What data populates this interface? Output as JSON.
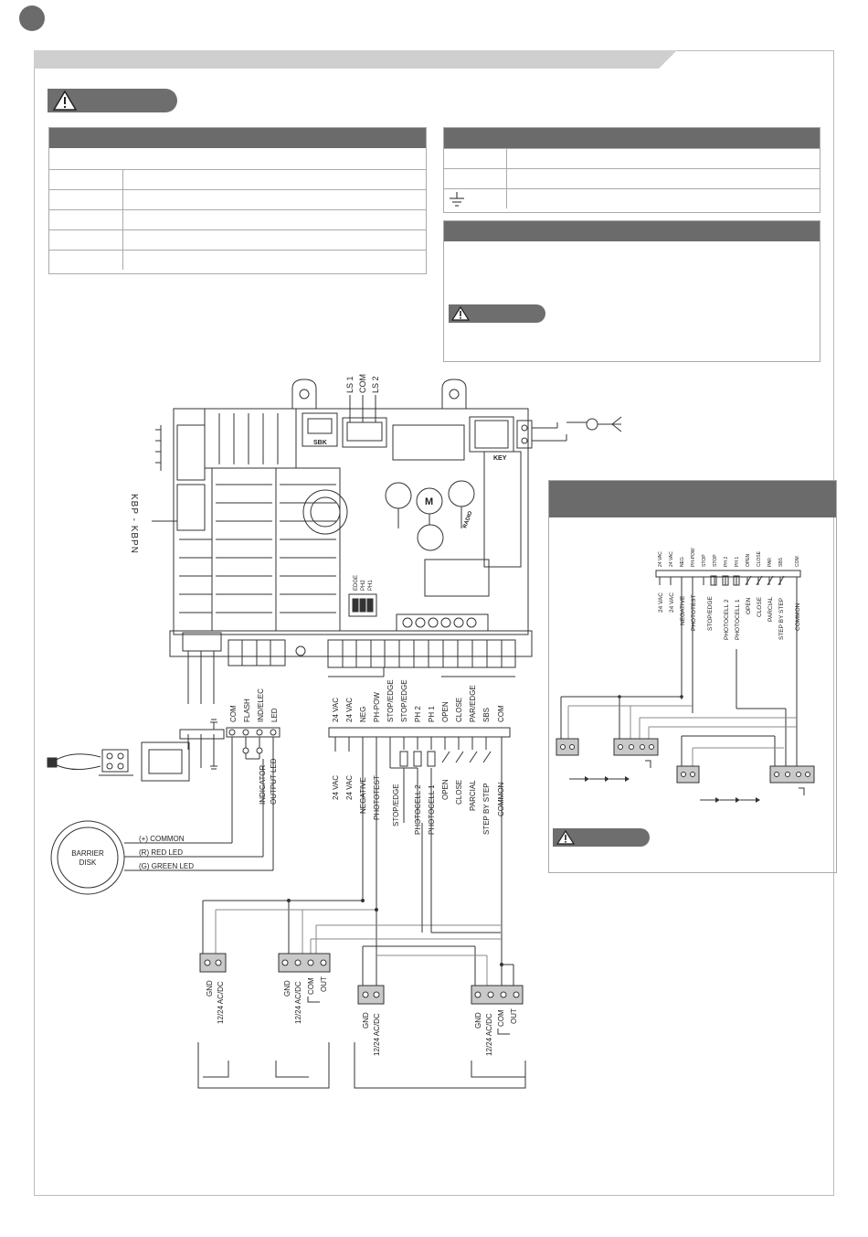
{
  "diagram": {
    "board": {
      "side_label": "KBP - KBPN",
      "connector_labels": [
        "LS 1",
        "COM",
        "LS 2"
      ],
      "sbk_label": "SBK",
      "key_label": "KEY",
      "dip_labels": [
        "EDGE",
        "PH2",
        "PH1"
      ],
      "radio_label": "RADIO",
      "motor_label": "M"
    },
    "left_terminals": {
      "labels": [
        "COM",
        "FLASH",
        "IND/ELEC",
        "LED"
      ],
      "descriptions": [
        "INDICATOR",
        "OUTPUT LED"
      ]
    },
    "main_terminals": {
      "labels": [
        "24 VAC",
        "24 VAC",
        "NEG",
        "PH-POW",
        "STOP/EDGE",
        "STOP/EDGE",
        "PH 2",
        "PH 1",
        "OPEN",
        "CLOSE",
        "PAR/EDGE",
        "SBS",
        "COM"
      ],
      "descriptions": [
        "24 VAC",
        "24 VAC",
        "NEGATIVE",
        "PHOTOTEST",
        "STOP/EDGE",
        "PHOTOCELL 2",
        "PHOTOCELL 1",
        "OPEN",
        "CLOSE",
        "PARCIAL",
        "STEP BY STEP",
        "COMMON"
      ]
    },
    "barrier_disk": {
      "label_line1": "BARRIER",
      "label_line2": "DISK",
      "wires": [
        "(+) COMMON",
        "(R) RED LED",
        "(G) GREEN LED"
      ]
    },
    "photocells": {
      "gnd": "GND",
      "supply": "12/24 AC/DC",
      "com": "COM",
      "out": "OUT"
    },
    "inset": {
      "terminal_labels": [
        "24 VAC",
        "24 VAC",
        "NEG",
        "PH-POW",
        "STOP",
        "STOP",
        "PH 2",
        "PH 1",
        "OPEN",
        "CLOSE",
        "PAR",
        "SBS",
        "COM"
      ],
      "descriptions": [
        "24 VAC",
        "24 VAC",
        "NEGATIVE",
        "PHOTOTEST",
        "STOP/EDGE",
        "PHOTOCELL 2",
        "PHOTOCELL 1",
        "OPEN",
        "CLOSE",
        "PARCIAL",
        "STEP BY STEP",
        "COMMON"
      ]
    }
  },
  "colors": {
    "header_gray": "#6b6b6b",
    "light_gray": "#cfcfcf",
    "terminal_gray": "#c9c9c9"
  }
}
